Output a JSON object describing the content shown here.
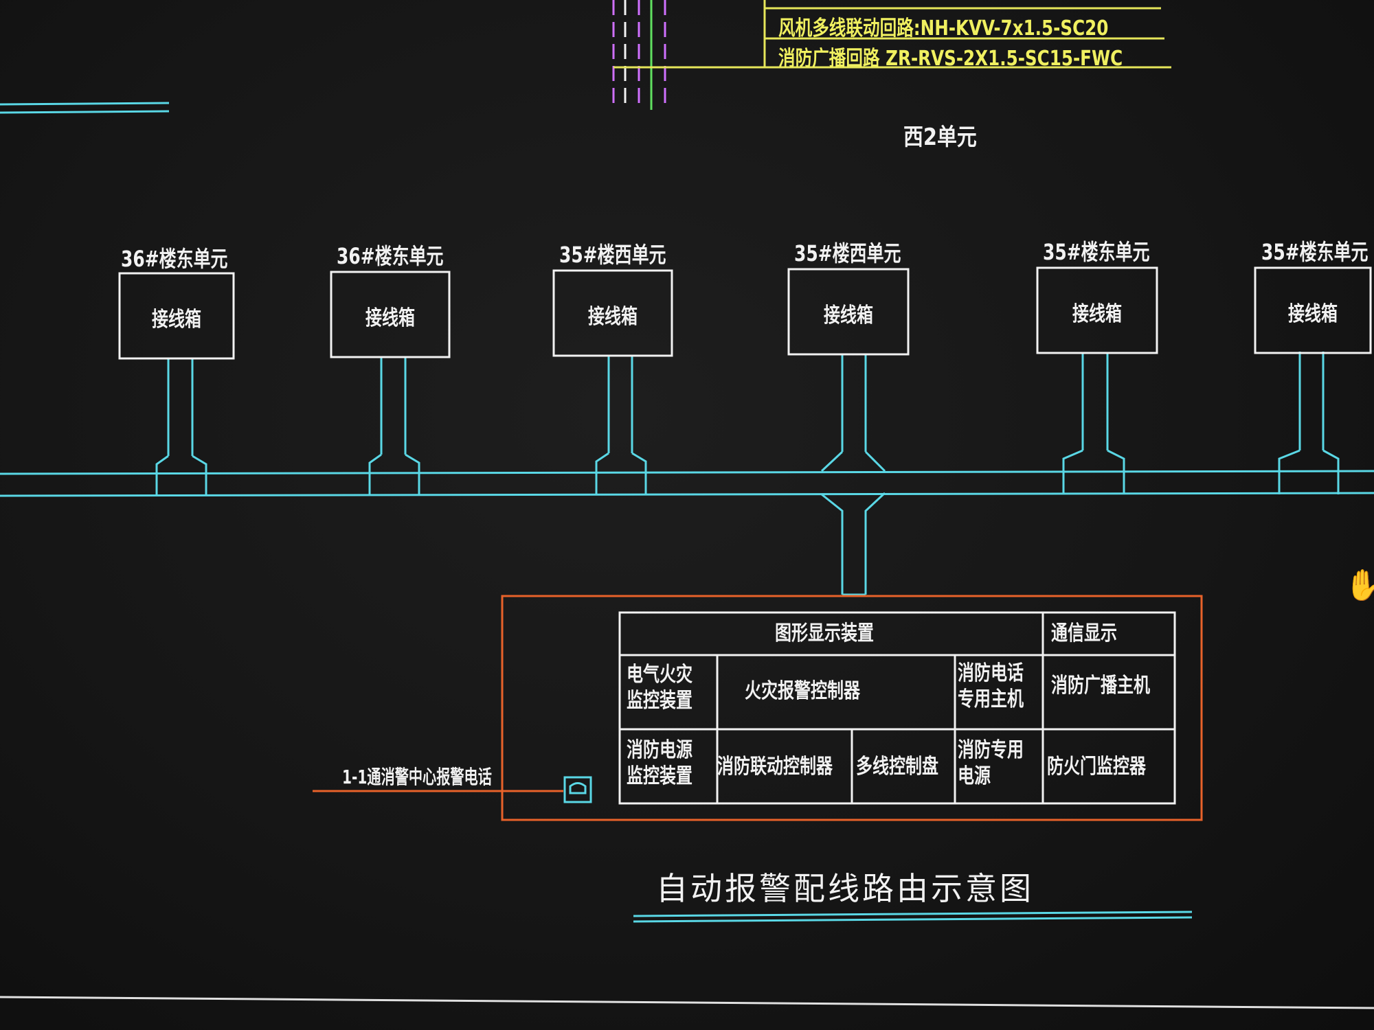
{
  "legend": {
    "lines": [
      "风机多线联动回路:NH-KVV-7x1.5-SC20",
      "消防广播回路 ZR-RVS-2X1.5-SC15-FWC"
    ]
  },
  "zone_label": "西2单元",
  "units": [
    {
      "caption": "36#楼东单元",
      "box": "接线箱"
    },
    {
      "caption": "36#楼东单元",
      "box": "接线箱"
    },
    {
      "caption": "35#楼西单元",
      "box": "接线箱"
    },
    {
      "caption": "35#楼西单元",
      "box": "接线箱"
    },
    {
      "caption": "35#楼东单元",
      "box": "接线箱"
    },
    {
      "caption": "35#楼东单元",
      "box": "接线箱"
    }
  ],
  "panel": {
    "cells": {
      "graphic_display": "图形显示装置",
      "comm_display": "通信显示",
      "electrical_fire": "电气火灾\n监控装置",
      "fire_alarm_controller": "火灾报警控制器",
      "fire_phone_host": "消防电话\n专用主机",
      "broadcast_host": "消防广播主机",
      "power_monitor": "消防电源\n监控装置",
      "linkage_controller": "消防联动控制器",
      "multiline_panel": "多线控制盘",
      "dedicated_power": "消防专用\n电源",
      "fire_door_monitor": "防火门监控器"
    }
  },
  "phone_label": "1-1通消警中心报警电话",
  "title": "自动报警配线路由示意图",
  "colors": {
    "background": "#141414",
    "cyan": "#5ad8e6",
    "yellow": "#e6e65a",
    "orange": "#e8622a",
    "white": "#f2f2f2",
    "magenta": "#d070ff",
    "green": "#60e060"
  }
}
